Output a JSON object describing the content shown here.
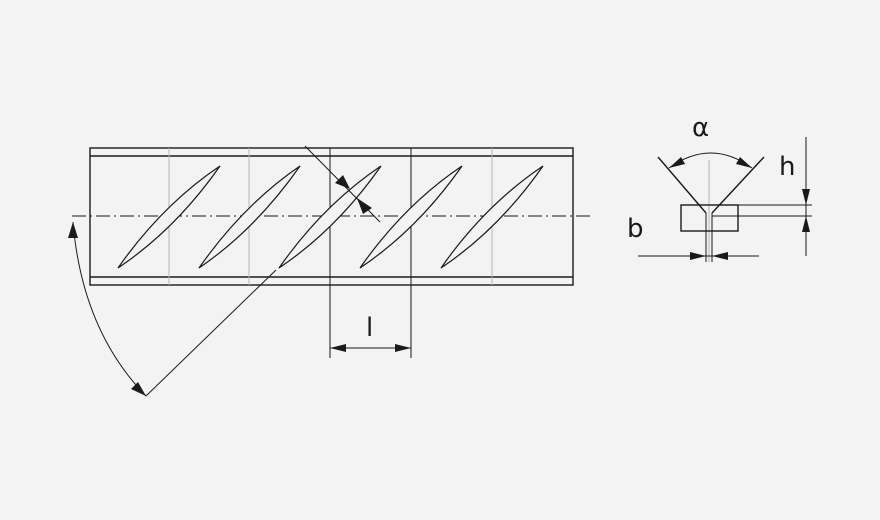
{
  "labels": {
    "length": "l",
    "angle": "α",
    "height": "h",
    "width": "b"
  },
  "colors": {
    "background": "#f2f3f2",
    "line": "#1a1a1a",
    "hidden_line": "#b5b5b5"
  }
}
